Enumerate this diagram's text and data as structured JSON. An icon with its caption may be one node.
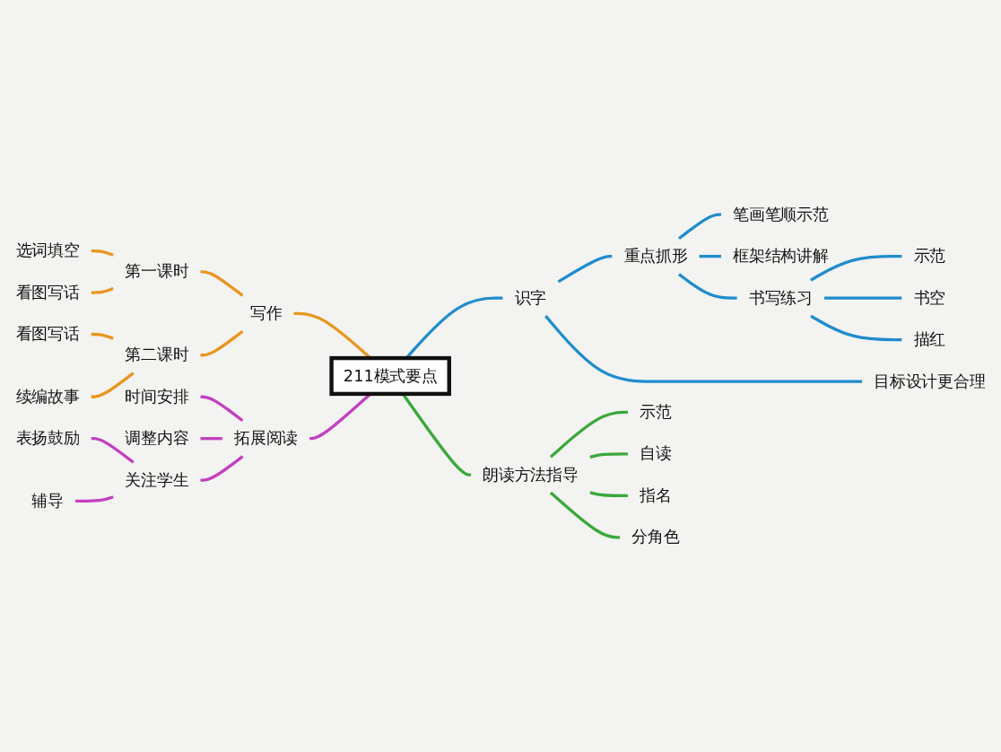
{
  "diagram": {
    "nodes": [
      {
        "text": [
          "211模式要点"
        ]
      },
      {
        "text": [
          "写作"
        ]
      },
      {
        "text": [
          "第一课时"
        ]
      },
      {
        "text": [
          "选词填空"
        ]
      },
      {
        "text": [
          "看图写话"
        ]
      },
      {
        "text": [
          "第二课时"
        ]
      },
      {
        "text": [
          "看图写话"
        ]
      },
      {
        "text": [
          "续编故事"
        ]
      },
      {
        "text": [
          "拓展阅读"
        ]
      },
      {
        "text": [
          "时间安排"
        ]
      },
      {
        "text": [
          "调整内容"
        ]
      },
      {
        "text": [
          "关注学生"
        ]
      },
      {
        "text": [
          "表扬鼓励"
        ]
      },
      {
        "text": [
          "辅导"
        ]
      },
      {
        "text": [
          "识字"
        ]
      },
      {
        "text": [
          "重点抓形"
        ]
      },
      {
        "text": [
          "笔画笔顺示范"
        ]
      },
      {
        "text": [
          "框架结构讲解"
        ]
      },
      {
        "text": [
          "书写练习"
        ]
      },
      {
        "text": [
          "示范"
        ]
      },
      {
        "text": [
          "书空"
        ]
      },
      {
        "text": [
          "描红"
        ]
      },
      {
        "text": [
          "目标设计更合理"
        ]
      },
      {
        "text": [
          "朗读方法指导"
        ]
      },
      {
        "text": [
          "示范"
        ]
      },
      {
        "text": [
          "自读"
        ]
      },
      {
        "text": [
          "指名"
        ]
      },
      {
        "text": [
          "分角色"
        ]
      }
    ],
    "edges": [
      {
        "from": 1,
        "to": 0,
        "arrow": "none",
        "color": "#e8961e"
      },
      {
        "from": 2,
        "to": 1,
        "arrow": "none",
        "color": "#e8961e"
      },
      {
        "from": 3,
        "to": 2,
        "arrow": "none",
        "color": "#e8961e"
      },
      {
        "from": 4,
        "to": 2,
        "arrow": "none",
        "color": "#e8961e"
      },
      {
        "from": 5,
        "to": 1,
        "arrow": "none",
        "color": "#e8961e"
      },
      {
        "from": 6,
        "to": 5,
        "arrow": "none",
        "color": "#e8961e"
      },
      {
        "from": 7,
        "to": 5,
        "arrow": "none",
        "color": "#e8961e"
      },
      {
        "from": 8,
        "to": 0,
        "arrow": "none",
        "color": "#c23fc0"
      },
      {
        "from": 9,
        "to": 8,
        "arrow": "none",
        "color": "#c23fc0"
      },
      {
        "from": 10,
        "to": 8,
        "arrow": "none",
        "color": "#c23fc0"
      },
      {
        "from": 11,
        "to": 8,
        "arrow": "none",
        "color": "#c23fc0"
      },
      {
        "from": 12,
        "to": 11,
        "arrow": "none",
        "color": "#c23fc0"
      },
      {
        "from": 13,
        "to": 11,
        "arrow": "none",
        "color": "#c23fc0"
      },
      {
        "from": 0,
        "to": 14,
        "arrow": "none",
        "color": "#1f8ccc"
      },
      {
        "from": 14,
        "to": 15,
        "arrow": "none",
        "color": "#1f8ccc"
      },
      {
        "from": 15,
        "to": 16,
        "arrow": "none",
        "color": "#1f8ccc"
      },
      {
        "from": 15,
        "to": 17,
        "arrow": "none",
        "color": "#1f8ccc"
      },
      {
        "from": 15,
        "to": 18,
        "arrow": "none",
        "color": "#1f8ccc"
      },
      {
        "from": 18,
        "to": 19,
        "arrow": "none",
        "color": "#1f8ccc"
      },
      {
        "from": 18,
        "to": 20,
        "arrow": "none",
        "color": "#1f8ccc"
      },
      {
        "from": 18,
        "to": 21,
        "arrow": "none",
        "color": "#1f8ccc"
      },
      {
        "from": 14,
        "to": 22,
        "arrow": "none",
        "color": "#1f8ccc"
      },
      {
        "from": 0,
        "to": 23,
        "arrow": "none",
        "color": "#3aa83a"
      },
      {
        "from": 23,
        "to": 24,
        "arrow": "none",
        "color": "#3aa83a"
      },
      {
        "from": 23,
        "to": 25,
        "arrow": "none",
        "color": "#3aa83a"
      },
      {
        "from": 23,
        "to": 26,
        "arrow": "none",
        "color": "#3aa83a"
      },
      {
        "from": 23,
        "to": 27,
        "arrow": "none",
        "color": "#3aa83a"
      }
    ]
  }
}
